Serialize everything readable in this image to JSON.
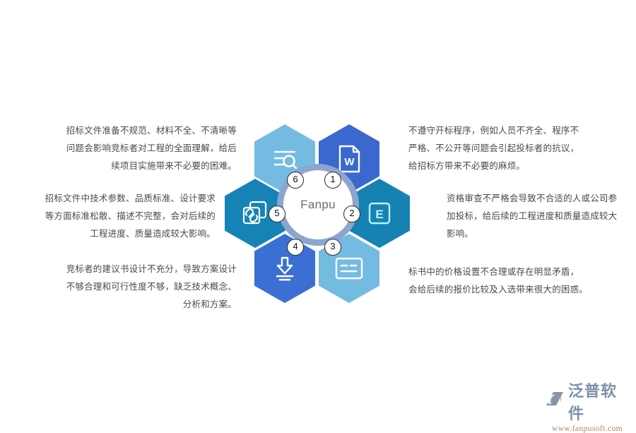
{
  "page": {
    "background": "#ffffff",
    "text_color": "#4a4a4a"
  },
  "center": {
    "brand": "Fanpu",
    "ring_color": "#8ba6cf",
    "disc_color": "#ffffff"
  },
  "hexagons": [
    {
      "number": "1",
      "icon": "word-document-icon",
      "color": "#3a68cf",
      "position": "top-right"
    },
    {
      "number": "2",
      "icon": "excel-document-icon",
      "color": "#1682b4",
      "position": "middle-right"
    },
    {
      "number": "3",
      "icon": "form-card-icon",
      "color": "#74bbe2",
      "position": "bottom-right"
    },
    {
      "number": "4",
      "icon": "download-icon",
      "color": "#3b6fd4",
      "position": "bottom-left"
    },
    {
      "number": "5",
      "icon": "link-chain-icon",
      "color": "#1683b6",
      "position": "middle-left"
    },
    {
      "number": "6",
      "icon": "search-list-icon",
      "color": "#74bbe2",
      "position": "top-left"
    }
  ],
  "notes": {
    "left": [
      "招标文件准备不规范、材料不全、不清晰等\n问题会影响竞标者对工程的全面理解，给后\n续项目实施带来不必要的困难。",
      "招标文件中技术参数、品质标准、设计要求\n等方面标准松散、描述不完整，会对后续的\n工程进度、质量造成较大影响。",
      "竞标者的建议书设计不充分，导致方案设计\n不够合理和可行性度不够，缺乏技术概念、\n分析和方案。"
    ],
    "right": [
      "不遵守开标程序，例如人员不齐全、程序不\n严格、不公开等问题会引起投标者的抗议，\n给招标方带来不必要的麻烦。",
      "资格审查不严格会导致不合适的人或公司参\n加投标，给后续的工程进度和质量造成较大\n影响。",
      "标书中的价格设置不合理或存在明显矛盾，\n会给后续的报价比较及入选带来很大的困惑。"
    ]
  },
  "logo": {
    "mark": "fanpu-swoosh-icon",
    "name": "泛普软件",
    "url": "www.fanpusoft.com",
    "name_color": "#7e8fa8",
    "url_color": "#b9845f",
    "accent_color": "#e08a3c"
  }
}
